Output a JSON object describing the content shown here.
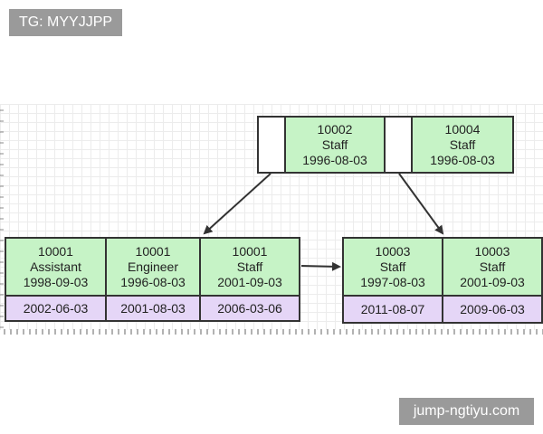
{
  "watermarks": {
    "top": "TG: MYYJJPP",
    "bottom": "jump-ngtiyu.com"
  },
  "root": {
    "keys": [
      {
        "id": "10002",
        "title": "Staff",
        "date": "1996-08-03"
      },
      {
        "id": "10004",
        "title": "Staff",
        "date": "1996-08-03"
      }
    ]
  },
  "left_leaf": {
    "entries": [
      {
        "id": "10001",
        "title": "Assistant",
        "date": "1998-09-03",
        "value": "2002-06-03"
      },
      {
        "id": "10001",
        "title": "Engineer",
        "date": "1996-08-03",
        "value": "2001-08-03"
      },
      {
        "id": "10001",
        "title": "Staff",
        "date": "2001-09-03",
        "value": "2006-03-06"
      }
    ]
  },
  "right_leaf": {
    "entries": [
      {
        "id": "10003",
        "title": "Staff",
        "date": "1997-08-03",
        "value": "2011-08-07"
      },
      {
        "id": "10003",
        "title": "Staff",
        "date": "2001-09-03",
        "value": "2009-06-03"
      }
    ]
  },
  "colors": {
    "key_fill": "#c6f3c6",
    "value_fill": "#e5d6f7",
    "border": "#333333"
  }
}
